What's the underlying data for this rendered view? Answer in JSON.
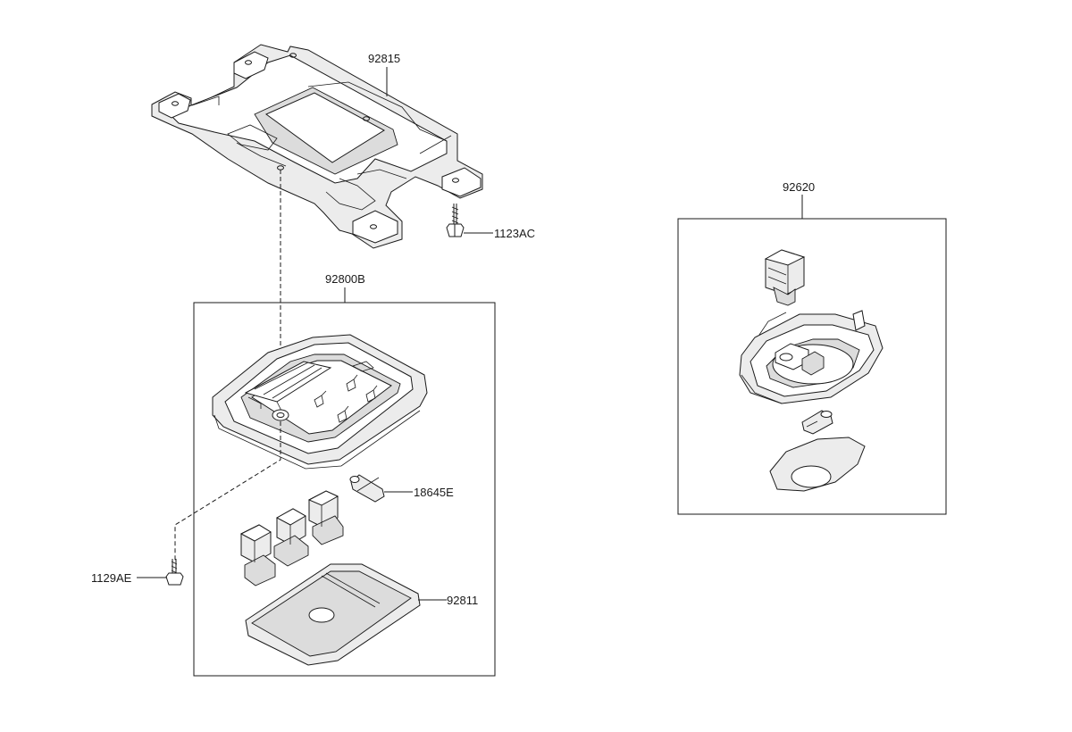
{
  "diagram": {
    "labels": {
      "bracket": "92815",
      "bolt_bracket": "1123AC",
      "overhead_console_assy": "92800B",
      "bulb": "18645E",
      "screw": "1129AE",
      "lens": "92811",
      "room_lamp_assy": "92620"
    }
  }
}
